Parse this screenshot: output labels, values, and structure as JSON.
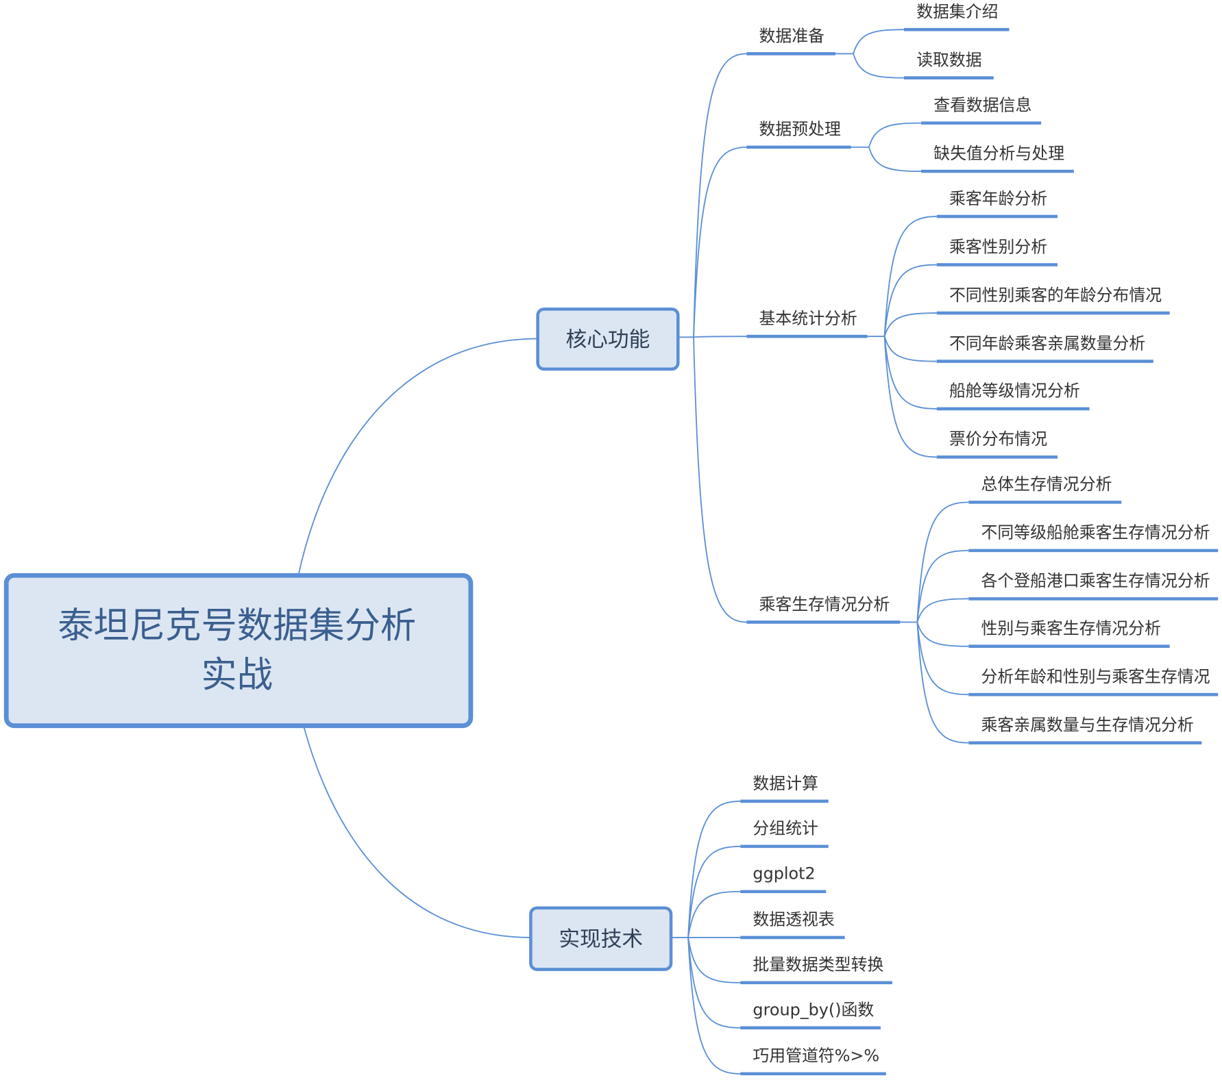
{
  "root": {
    "line1": "泰坦尼克号数据集分析",
    "line2": "实战"
  },
  "core": {
    "label": "核心功能",
    "groups": [
      {
        "label": "数据准备",
        "items": [
          "数据集介绍",
          "读取数据"
        ]
      },
      {
        "label": "数据预处理",
        "items": [
          "查看数据信息",
          "缺失值分析与处理"
        ]
      },
      {
        "label": "基本统计分析",
        "items": [
          "乘客年龄分析",
          "乘客性别分析",
          "不同性别乘客的年龄分布情况",
          "不同年龄乘客亲属数量分析",
          "船舱等级情况分析",
          "票价分布情况"
        ]
      },
      {
        "label": "乘客生存情况分析",
        "items": [
          "总体生存情况分析",
          "不同等级船舱乘客生存情况分析",
          "各个登船港口乘客生存情况分析",
          "性别与乘客生存情况分析",
          "分析年龄和性别与乘客生存情况",
          "乘客亲属数量与生存情况分析"
        ]
      }
    ]
  },
  "tech": {
    "label": "实现技术",
    "items": [
      "数据计算",
      "分组统计",
      "ggplot2",
      "数据透视表",
      "批量数据类型转换",
      "group_by()函数",
      "巧用管道符%>%"
    ]
  },
  "colors": {
    "accent": "#5b8fd6",
    "box_fill": "#dce6f2",
    "title_text": "#3a5f8f"
  }
}
